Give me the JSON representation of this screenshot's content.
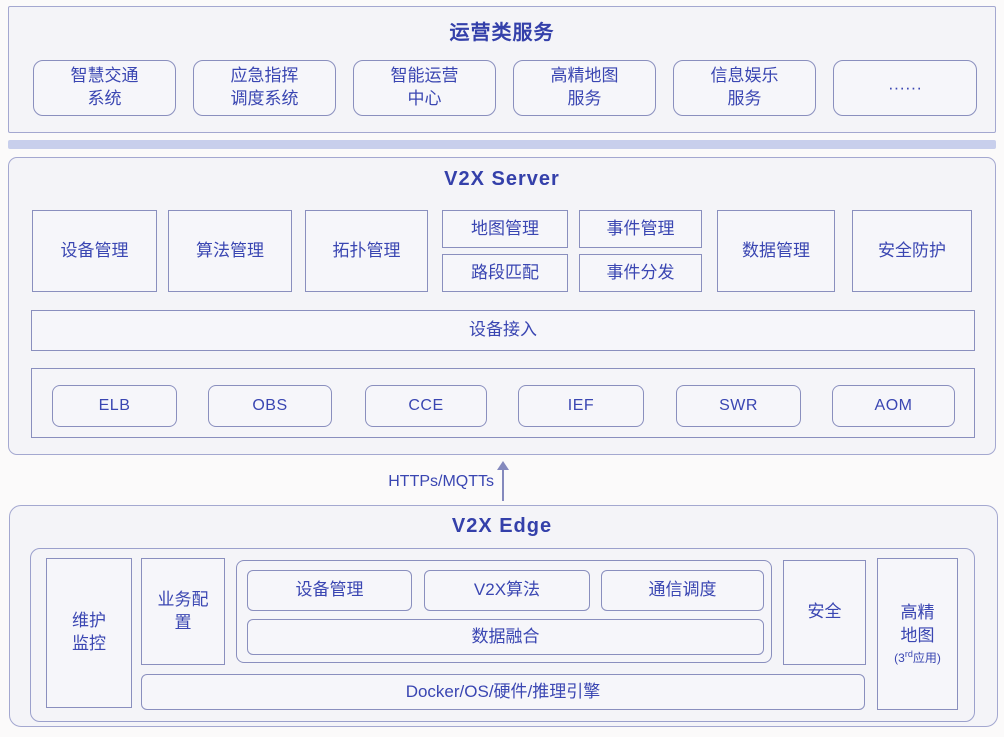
{
  "colors": {
    "accent_text": "#3a46b2",
    "title_text": "#3440aa",
    "inner_border": "#8a8fbe",
    "outer_border": "#a4a8d0",
    "section_fill": "#f4f4f8",
    "divider_fill": "#c8cfec"
  },
  "operations": {
    "title": "运营类服务",
    "services": [
      {
        "label": "智慧交通\n系统"
      },
      {
        "label": "应急指挥\n调度系统"
      },
      {
        "label": "智能运营\n中心"
      },
      {
        "label": "高精地图\n服务"
      },
      {
        "label": "信息娱乐\n服务"
      },
      {
        "label": "······"
      }
    ]
  },
  "v2x_server": {
    "title": "V2X Server",
    "modules": {
      "device": "设备管理",
      "algorithm": "算法管理",
      "topology": "拓扑管理",
      "map": "地图管理",
      "road_match": "路段匹配",
      "event_mgmt": "事件管理",
      "event_dispatch": "事件分发",
      "data": "数据管理",
      "security": "安全防护"
    },
    "access_bar": "设备接入",
    "cloud_services": [
      "ELB",
      "OBS",
      "CCE",
      "IEF",
      "SWR",
      "AOM"
    ]
  },
  "uplink": {
    "label": "HTTPs/MQTTs"
  },
  "v2x_edge": {
    "title": "V2X Edge",
    "maintenance": "维护\n监控",
    "business_config": "业务配\n置",
    "apps": {
      "device": "设备管理",
      "algorithm": "V2X算法",
      "comm": "通信调度",
      "fusion": "数据融合"
    },
    "security": "安全",
    "hd_map": {
      "name": "高精\n地图",
      "sub_pre": "(3",
      "sub_sup": "rd",
      "sub_post": "应用)"
    },
    "platform": "Docker/OS/硬件/推理引擎"
  }
}
